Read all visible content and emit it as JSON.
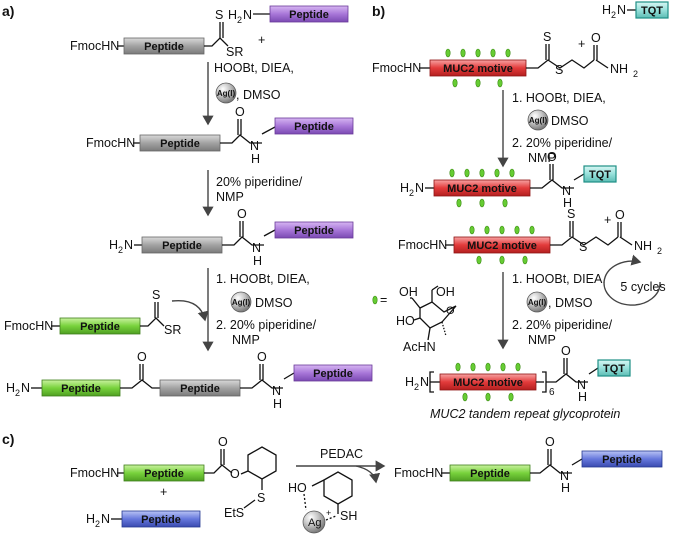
{
  "panels": {
    "a": "a)",
    "b": "b)",
    "c": "c)"
  },
  "blocks": {
    "peptide": "Peptide",
    "muc2": "MUC2 motive",
    "tqt": "TQT"
  },
  "groups": {
    "fmochn": "FmocHN",
    "h2n_h": "H",
    "h2n_2": "2",
    "h2n_n": "N",
    "sr": "SR",
    "o": "O",
    "s": "S",
    "nh_n": "N",
    "nh_h": "H",
    "nh2": "NH",
    "nh2_sub": "2",
    "plus": "+",
    "oh": "OH",
    "ho": "HO",
    "achn": "AcHN",
    "ets": "EtS",
    "sh": "SH",
    "ag_plus": "Ag",
    "plus_sup": "+"
  },
  "conditions": {
    "hoobt_diea": "HOOBt, DIEA,",
    "dmso": ", DMSO",
    "dmso2": "DMSO",
    "agi": "Ag(I)",
    "pip1": "20% piperidine/",
    "nmp": "NMP",
    "step1": "1. HOOBt, DIEA,",
    "step2": "2. 20% piperidine/",
    "cycles": "5 cycles",
    "pedac": "PEDAC"
  },
  "legend": {
    "equals": "=",
    "subscript6": "6"
  },
  "captions": {
    "muc2_product": "MUC2 tandem repeat glycoprotein"
  },
  "colors": {
    "gray": "#9a9a9a",
    "purple": "#9a66cc",
    "green": "#66cc33",
    "red": "#e23b3b",
    "teal": "#7fd6d0",
    "blue": "#5a6fd6",
    "sphere": "#a8a8a8"
  }
}
